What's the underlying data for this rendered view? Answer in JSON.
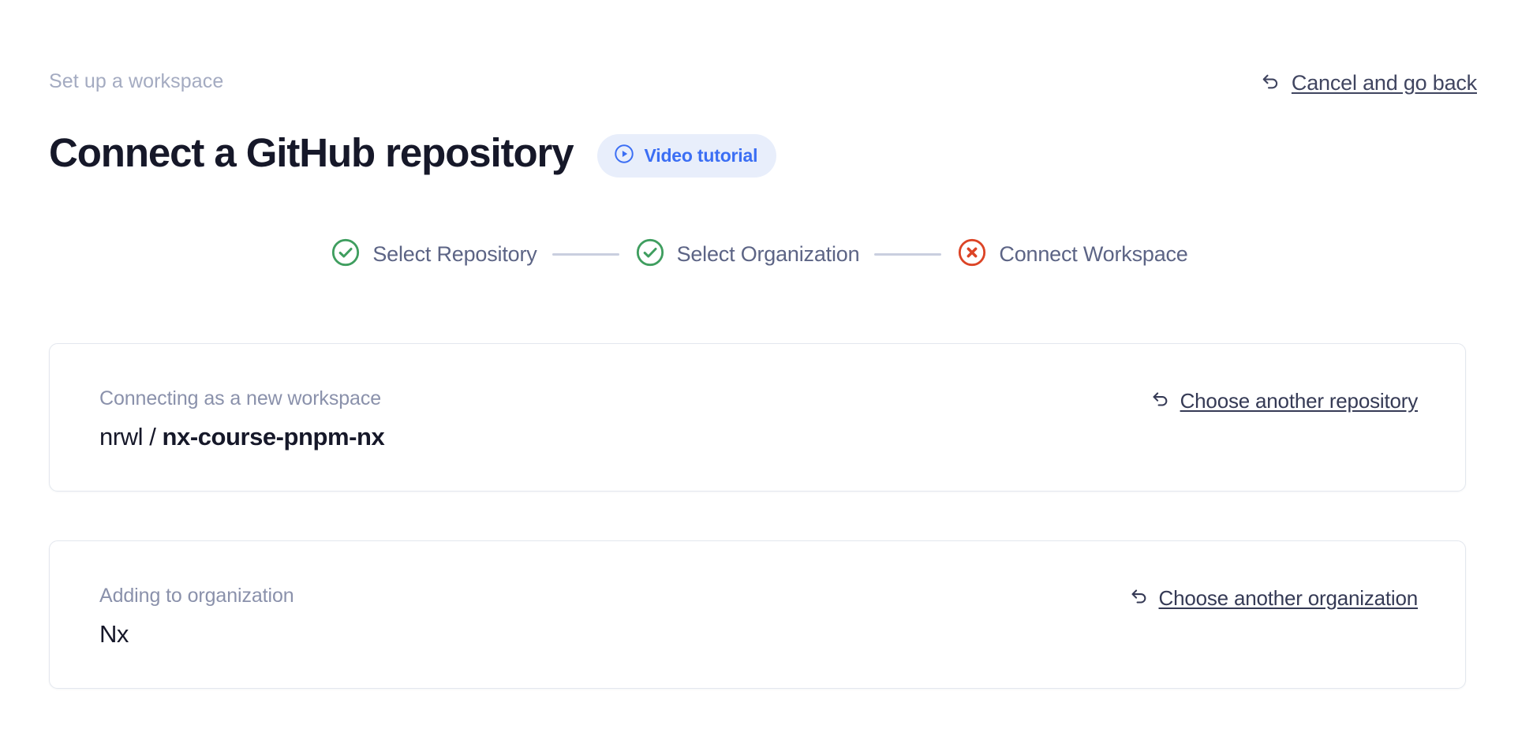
{
  "header": {
    "breadcrumb": "Set up a workspace",
    "title": "Connect a GitHub repository",
    "video_badge": {
      "label": "Video tutorial",
      "icon": "play-circle-icon",
      "text_color": "#3b6ef4",
      "background_color": "#e8eefb"
    },
    "cancel_link": {
      "label": "Cancel and go back",
      "icon": "back-arrow-icon"
    }
  },
  "stepper": {
    "steps": [
      {
        "label": "Select Repository",
        "state": "complete",
        "icon": "check-circle-icon",
        "color": "#3f9e5f"
      },
      {
        "label": "Select Organization",
        "state": "complete",
        "icon": "check-circle-icon",
        "color": "#3f9e5f"
      },
      {
        "label": "Connect Workspace",
        "state": "error",
        "icon": "x-circle-icon",
        "color": "#dc4426"
      }
    ],
    "connector_color": "#c9cfdf",
    "label_color": "#5c6485"
  },
  "cards": {
    "repository": {
      "caption": "Connecting as a new workspace",
      "owner": "nrwl",
      "separator": " / ",
      "name": "nx-course-pnpm-nx",
      "link": {
        "label": "Choose another repository",
        "icon": "back-arrow-icon"
      }
    },
    "organization": {
      "caption": "Adding to organization",
      "name": "Nx",
      "link": {
        "label": "Choose another organization",
        "icon": "back-arrow-icon"
      }
    }
  },
  "theme": {
    "background": "#ffffff",
    "card_border": "#e3e7ee",
    "title_color": "#161829",
    "muted_color": "#a4abc1"
  }
}
